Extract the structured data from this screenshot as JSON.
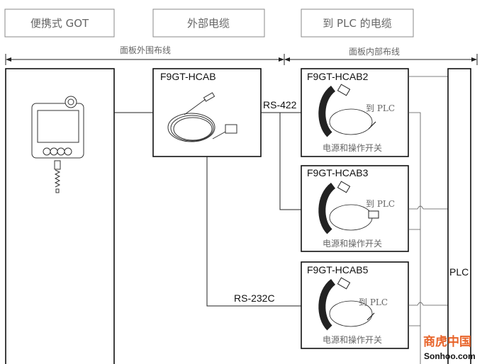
{
  "headers": [
    "便携式 GOT",
    "外部电缆",
    "到 PLC 的电缆"
  ],
  "spans": {
    "outside": "面板外围布线",
    "inside": "面板内部布线"
  },
  "external_cable": {
    "model": "F9GT-HCAB"
  },
  "plc_cables": [
    {
      "model": "F9GT-HCAB2",
      "to_plc": "到 PLC",
      "power_label": "电源和操作开关"
    },
    {
      "model": "F9GT-HCAB3",
      "to_plc": "到 PLC",
      "power_label": "电源和操作开关"
    },
    {
      "model": "F9GT-HCAB5",
      "to_plc": "到 PLC",
      "power_label": "电源和操作开关"
    }
  ],
  "links": {
    "rs422": "RS-422",
    "rs232": "RS-232C"
  },
  "plc": {
    "label": "PLC"
  },
  "watermark": {
    "cn": "商虎中国",
    "en": "Sonhoo.com"
  }
}
